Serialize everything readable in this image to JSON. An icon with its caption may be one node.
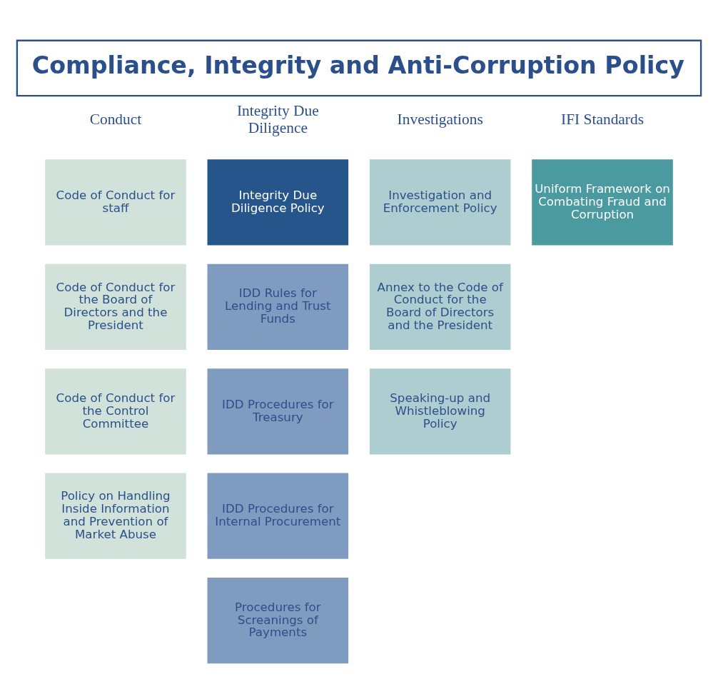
{
  "diagram": {
    "title": "Compliance, Integrity and Anti-Corruption Policy",
    "nodes": [
      {
        "text": [
          "Code of Conduct for staff"
        ]
      },
      {
        "text": [
          "Code of Conduct for the Board of Directors and the President"
        ]
      },
      {
        "text": [
          "Code of Conduct for the Control Committee"
        ]
      },
      {
        "text": [
          "Policy on Handling Inside Information and Prevention of Market Abuse"
        ]
      },
      {
        "text": [
          "Integrity Due Diligence Policy"
        ]
      },
      {
        "text": [
          "IDD Rules for Lending and Trust Funds"
        ]
      },
      {
        "text": [
          "IDD Procedures for Treasury"
        ]
      },
      {
        "text": [
          "IDD Procedures for Internal Procurement"
        ]
      },
      {
        "text": [
          "Procedures for Screanings of Payments"
        ]
      },
      {
        "text": [
          "Investigation and Enforcement Policy"
        ]
      },
      {
        "text": [
          "Annex to the Code of Conduct for the Board of Directors and the President"
        ]
      },
      {
        "text": [
          "Speaking-up and Whistleblowing Policy"
        ]
      },
      {
        "text": [
          "Uniform Framework on Combating Fraud and Corruption"
        ]
      }
    ],
    "edges": [],
    "labels": [
      "Conduct",
      "Integrity Due Diligence",
      "Investigations",
      "IFI Standards"
    ]
  }
}
